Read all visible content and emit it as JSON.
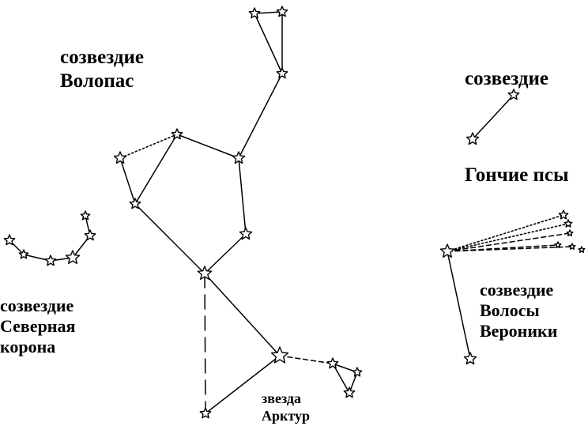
{
  "labels": {
    "bootes": {
      "line1": "созвездие",
      "line2": "Волопас"
    },
    "canes_venatici": {
      "line1": "созвездие",
      "line2": "Гончие псы"
    },
    "corona_borealis": {
      "line1": "созвездие",
      "line2": "Северная",
      "line3": "корона"
    },
    "coma_berenices": {
      "line1": "созвездие",
      "line2": "Волосы",
      "line3": "Вероники"
    },
    "arcturus": {
      "line1": "звезда",
      "line2": "Арктур"
    }
  },
  "colors": {
    "ink": "#000000",
    "background": "#ffffff"
  }
}
